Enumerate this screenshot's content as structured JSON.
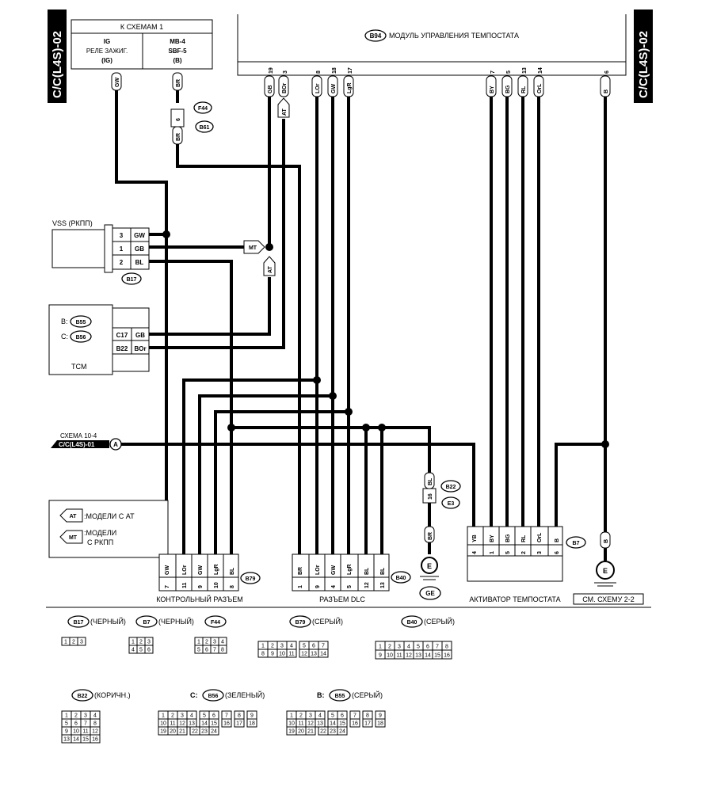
{
  "side_tabs": {
    "left": "C/C(L4S)-02",
    "right": "C/C(L4S)-02"
  },
  "source_box": {
    "title": "К СХЕМАМ 1",
    "ig": [
      "IG",
      "РЕЛЕ ЗАЖИГ.",
      "(IG)"
    ],
    "mb": [
      "MB-4",
      "SBF-5",
      "(B)"
    ]
  },
  "module": {
    "connector": "B94",
    "title": "МОДУЛЬ УПРАВЛЕНИЯ ТЕМПОСТАТА"
  },
  "module_pins": [
    {
      "pin": "19",
      "color": "GB"
    },
    {
      "pin": "3",
      "color": "BOr"
    },
    {
      "pin": "8",
      "color": "LOr"
    },
    {
      "pin": "18",
      "color": "GW"
    },
    {
      "pin": "17",
      "color": "LgR"
    },
    {
      "pin": "7",
      "color": "BY"
    },
    {
      "pin": "5",
      "color": "BG"
    },
    {
      "pin": "13",
      "color": "RL"
    },
    {
      "pin": "14",
      "color": "OrL"
    },
    {
      "pin": "6",
      "color": "B"
    }
  ],
  "top_wires": {
    "gw": "GW",
    "br": "BR",
    "br2": "BR"
  },
  "fuse": {
    "top": "F44",
    "pin": "6",
    "bottom": "B61"
  },
  "vss": {
    "label": "VSS (РКПП)",
    "connector": "B17",
    "pins": [
      {
        "pin": "3",
        "color": "GW"
      },
      {
        "pin": "1",
        "color": "GB"
      },
      {
        "pin": "2",
        "color": "BL"
      }
    ]
  },
  "tcm": {
    "label": "TCM",
    "b_prefix": "B:",
    "b_conn": "B55",
    "c_prefix": "C:",
    "c_conn": "B56",
    "pins": [
      {
        "pin": "C17",
        "color": "GB"
      },
      {
        "pin": "B22",
        "color": "BOr"
      }
    ]
  },
  "markers": {
    "mt": "MT",
    "at": "AT"
  },
  "schema_ref": {
    "line1": "СХЕМА 10-4",
    "line2": "C/C(L4S)-01",
    "letter": "A"
  },
  "legend": {
    "at_tag": "AT",
    "at_text": ":МОДЕЛИ С АТ",
    "mt_tag": "MT",
    "mt_text1": ":МОДЕЛИ",
    "mt_text2": "С РКПП"
  },
  "b22_wire": {
    "color_top": "BL",
    "pin": "16",
    "conn_top": "B22",
    "conn_bottom": "E3",
    "color_bottom": "BR",
    "ground": "GE"
  },
  "control_conn": {
    "connector": "B79",
    "label": "КОНТРОЛЬНЫЙ РАЗЪЕМ",
    "pins": [
      {
        "pin": "7",
        "color": "GW"
      },
      {
        "pin": "11",
        "color": "LOr"
      },
      {
        "pin": "9",
        "color": "GW"
      },
      {
        "pin": "10",
        "color": "LgR"
      },
      {
        "pin": "8",
        "color": "BL"
      }
    ]
  },
  "dlc_conn": {
    "connector": "B40",
    "label": "РАЗЪЕМ DLC",
    "pins": [
      {
        "pin": "1",
        "color": "BR"
      },
      {
        "pin": "9",
        "color": "LOr"
      },
      {
        "pin": "4",
        "color": "GW"
      },
      {
        "pin": "5",
        "color": "LgR"
      },
      {
        "pin": "12",
        "color": "BL"
      },
      {
        "pin": "13",
        "color": "BL"
      }
    ]
  },
  "actuator": {
    "connector": "B7",
    "label": "АКТИВАТОР ТЕМПОСТАТА",
    "pins": [
      {
        "pin": "4",
        "color": "YB"
      },
      {
        "pin": "1",
        "color": "BY"
      },
      {
        "pin": "5",
        "color": "BG"
      },
      {
        "pin": "2",
        "color": "RL"
      },
      {
        "pin": "3",
        "color": "OrL"
      },
      {
        "pin": "6",
        "color": "B"
      }
    ]
  },
  "ground_b": {
    "color": "B",
    "ref": "СМ. СХЕМУ 2-2"
  },
  "views": {
    "b17": {
      "name": "B17",
      "desc": "(ЧЕРНЫЙ)",
      "rows": [
        [
          "1",
          "2",
          "3"
        ]
      ]
    },
    "b7": {
      "name": "B7",
      "desc": "(ЧЕРНЫЙ)",
      "rows": [
        [
          "1",
          "2",
          "3"
        ],
        [
          "4",
          "5",
          "6"
        ]
      ]
    },
    "f44": {
      "name": "F44",
      "desc": "",
      "rows": [
        [
          "1",
          "2",
          "3",
          "4"
        ],
        [
          "5",
          "6",
          "7",
          "8"
        ]
      ]
    },
    "b79": {
      "name": "B79",
      "desc": "(СЕРЫЙ)",
      "rows": [
        [
          "1",
          "2",
          "3",
          "4",
          "5",
          "6",
          "7"
        ],
        [
          "8",
          "9",
          "10",
          "11",
          "12",
          "13",
          "14"
        ]
      ]
    },
    "b40": {
      "name": "B40",
      "desc": "(СЕРЫЙ)",
      "rows": [
        [
          "1",
          "2",
          "3",
          "4",
          "5",
          "6",
          "7",
          "8"
        ],
        [
          "9",
          "10",
          "11",
          "12",
          "13",
          "14",
          "15",
          "16"
        ]
      ]
    },
    "b22": {
      "name": "B22",
      "desc": "(КОРИЧН.)",
      "rows": [
        [
          "1",
          "2",
          "3",
          "4"
        ],
        [
          "5",
          "6",
          "7",
          "8"
        ],
        [
          "9",
          "10",
          "11",
          "12"
        ],
        [
          "13",
          "14",
          "15",
          "16"
        ]
      ]
    },
    "b56": {
      "prefix": "C:",
      "name": "B56",
      "desc": "(ЗЕЛЕНЫЙ)",
      "rows": [
        [
          "1",
          "2",
          "3",
          "4",
          "5",
          "6",
          "7",
          "8",
          "9"
        ],
        [
          "10",
          "11",
          "12",
          "13",
          "14",
          "15",
          "16",
          "17",
          "18"
        ],
        [
          "19",
          "20",
          "21",
          "22",
          "23",
          "24"
        ]
      ]
    },
    "b55": {
      "prefix": "B:",
      "name": "B55",
      "desc": "(СЕРЫЙ)",
      "rows": [
        [
          "1",
          "2",
          "3",
          "4",
          "5",
          "6",
          "7",
          "8",
          "9"
        ],
        [
          "10",
          "11",
          "12",
          "13",
          "14",
          "15",
          "16",
          "17",
          "18"
        ],
        [
          "19",
          "20",
          "21",
          "22",
          "23",
          "24"
        ]
      ]
    }
  }
}
